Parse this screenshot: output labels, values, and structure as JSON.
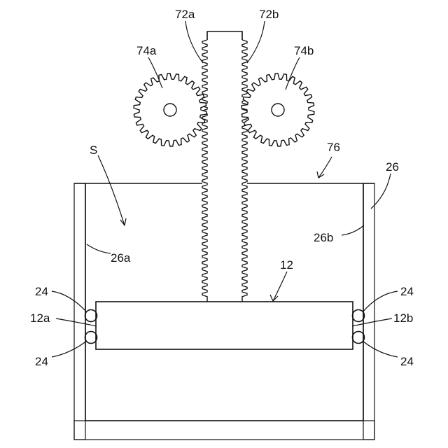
{
  "labels": {
    "rack_left": "72a",
    "rack_right": "72b",
    "gear_left": "74a",
    "gear_right": "74b",
    "space": "S",
    "mechanism": "76",
    "vessel": "26",
    "wall_left": "26a",
    "wall_right": "26b",
    "plate": "12",
    "plate_left_edge": "12a",
    "plate_right_edge": "12b",
    "roller_top_left": "24",
    "roller_bottom_left": "24",
    "roller_top_right": "24",
    "roller_bottom_right": "24"
  },
  "colors": {
    "line": "#111111",
    "background": "#ffffff"
  }
}
